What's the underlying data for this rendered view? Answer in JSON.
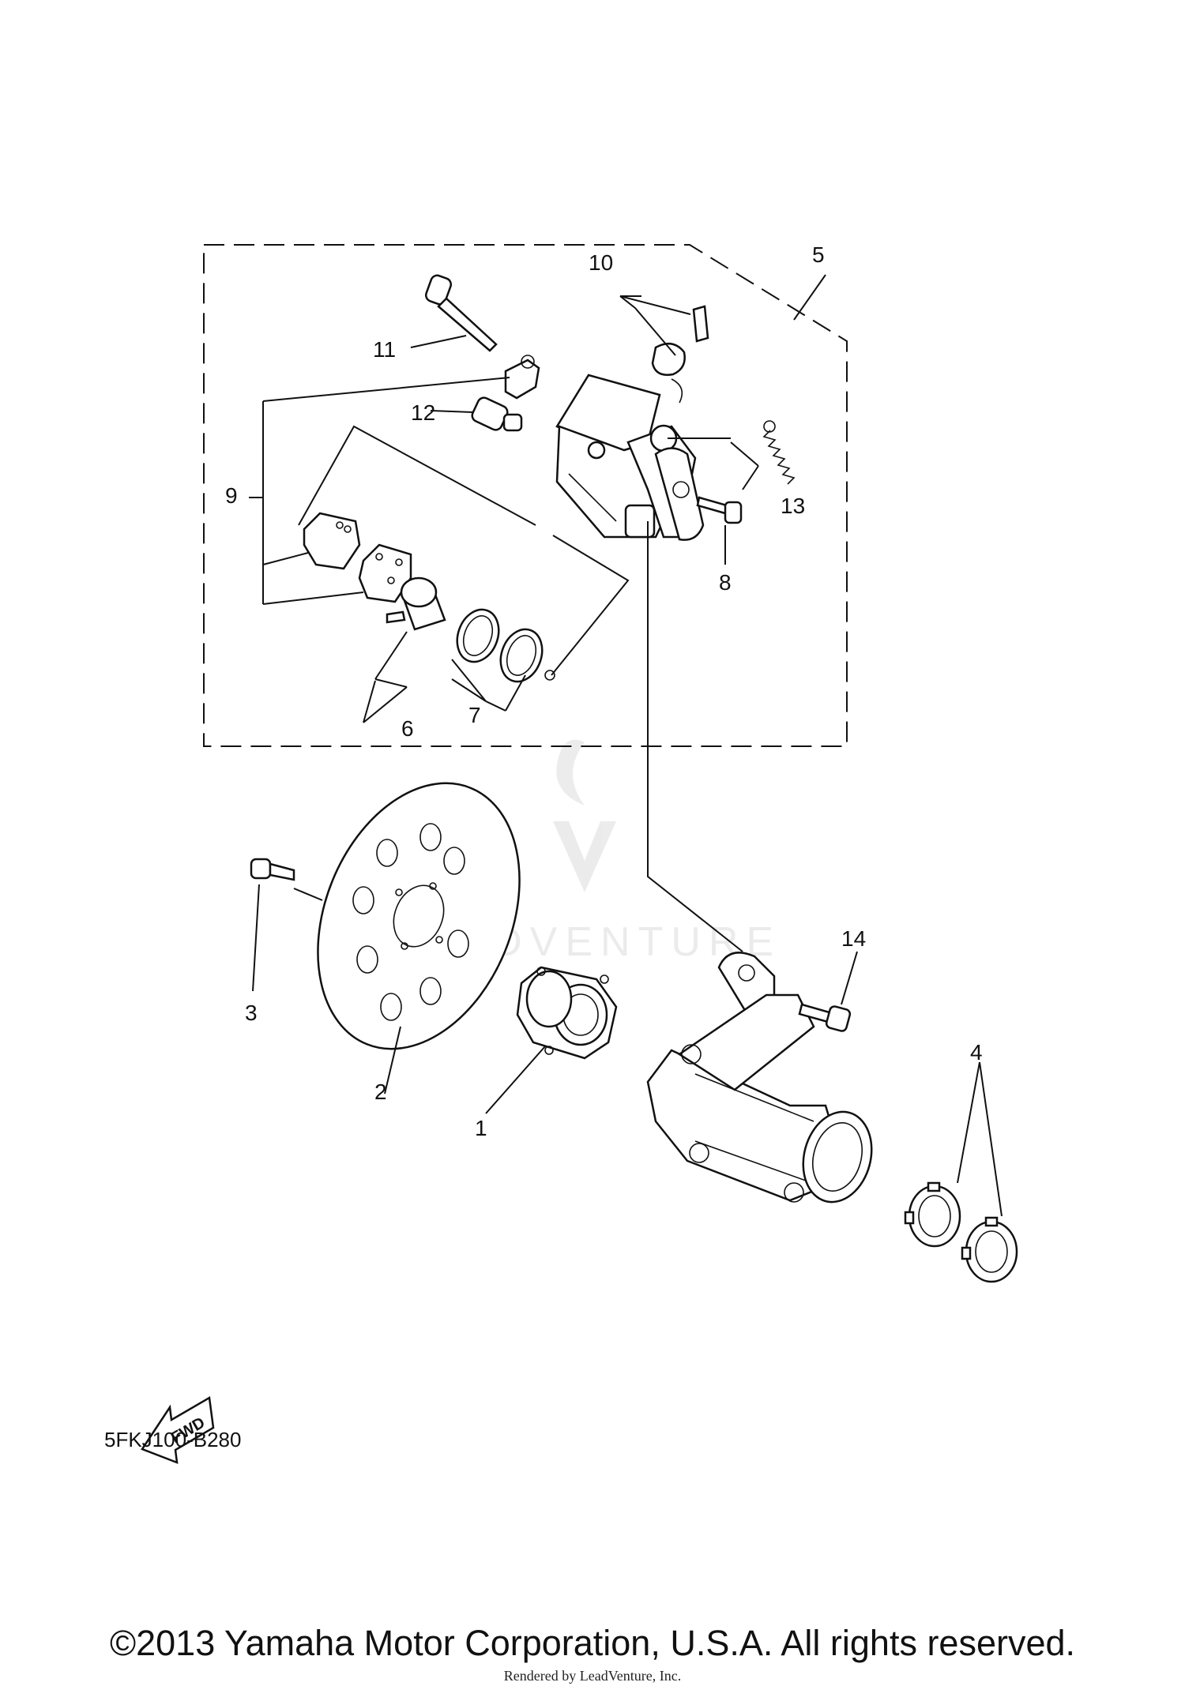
{
  "callouts": {
    "c1": "1",
    "c2": "2",
    "c3": "3",
    "c4": "4",
    "c5": "5",
    "c6": "6",
    "c7": "7",
    "c8": "8",
    "c9": "9",
    "c10": "10",
    "c11": "11",
    "c12": "12",
    "c13": "13",
    "c14": "14"
  },
  "fwd_label": "FWD",
  "watermark_text": "LEADVENTURE",
  "diagram_code": "5FKJ100-B280",
  "copyright": "©2013 Yamaha Motor Corporation, U.S.A. All rights reserved.",
  "rendered_by": "Rendered by LeadVenture, Inc."
}
